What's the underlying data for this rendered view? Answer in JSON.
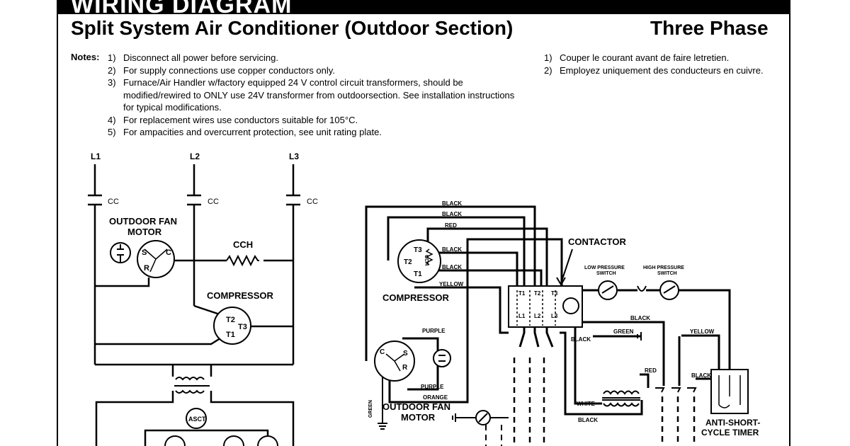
{
  "header": {
    "banner": "WIRING DIAGRAM",
    "title": "Split System Air Conditioner (Outdoor Section)",
    "phase": "Three Phase"
  },
  "notes": {
    "label": "Notes:",
    "items": [
      {
        "num": "1)",
        "text": "Disconnect all power before servicing."
      },
      {
        "num": "2)",
        "text": "For supply connections use copper conductors only."
      },
      {
        "num": "3)",
        "text": "Furnace/Air Handler w/factory equipped 24 V control circuit transformers, should be modified/rewired to ONLY use 24V transformer from outdoorsection. See installation instructions for typical modifications."
      },
      {
        "num": "4)",
        "text": "For replacement wires use conductors suitable for 105°C."
      },
      {
        "num": "5)",
        "text": "For ampacities and overcurrent protection, see unit rating plate."
      }
    ],
    "french": [
      {
        "num": "1)",
        "text": "Couper le courant avant de faire letretien."
      },
      {
        "num": "2)",
        "text": "Employez uniquement des conducteurs en cuivre."
      }
    ]
  },
  "ladder": {
    "lines": [
      "L1",
      "L2",
      "L3"
    ],
    "cc": "CC",
    "fan_motor": [
      "OUTDOOR FAN",
      "MOTOR"
    ],
    "cch": "CCH",
    "compressor": "COMPRESSOR",
    "fan_terms": {
      "s": "S",
      "c": "C",
      "r": "R"
    },
    "comp_terms": {
      "t1": "T1",
      "t2": "T2",
      "t3": "T3"
    },
    "asct": "ASCT"
  },
  "pictorial": {
    "compressor": "COMPRESSOR",
    "comp_terms": {
      "t1": "T1",
      "t2": "T2",
      "t3": "T3"
    },
    "cch": "CCH",
    "contactor": "CONTACTOR",
    "contactor_terms": {
      "t1": "T1",
      "t2": "T2",
      "t3": "T3",
      "l1": "L1",
      "l2": "L2",
      "l3": "L3"
    },
    "low_pressure": [
      "LOW PRESSURE",
      "SWITCH"
    ],
    "high_pressure": [
      "HIGH PRESSURE",
      "SWITCH"
    ],
    "fan_motor": [
      "OUTDOOR FAN",
      "MOTOR"
    ],
    "fan_terms": {
      "c": "C",
      "s": "S",
      "r": "R"
    },
    "timer": [
      "ANTI-SHORT-",
      "CYCLE TIMER"
    ],
    "wires": {
      "black": "BLACK",
      "red": "RED",
      "yellow": "YELLOW",
      "purple": "PURPLE",
      "orange": "ORANGE",
      "green": "GREEN",
      "white": "WHITE"
    }
  }
}
